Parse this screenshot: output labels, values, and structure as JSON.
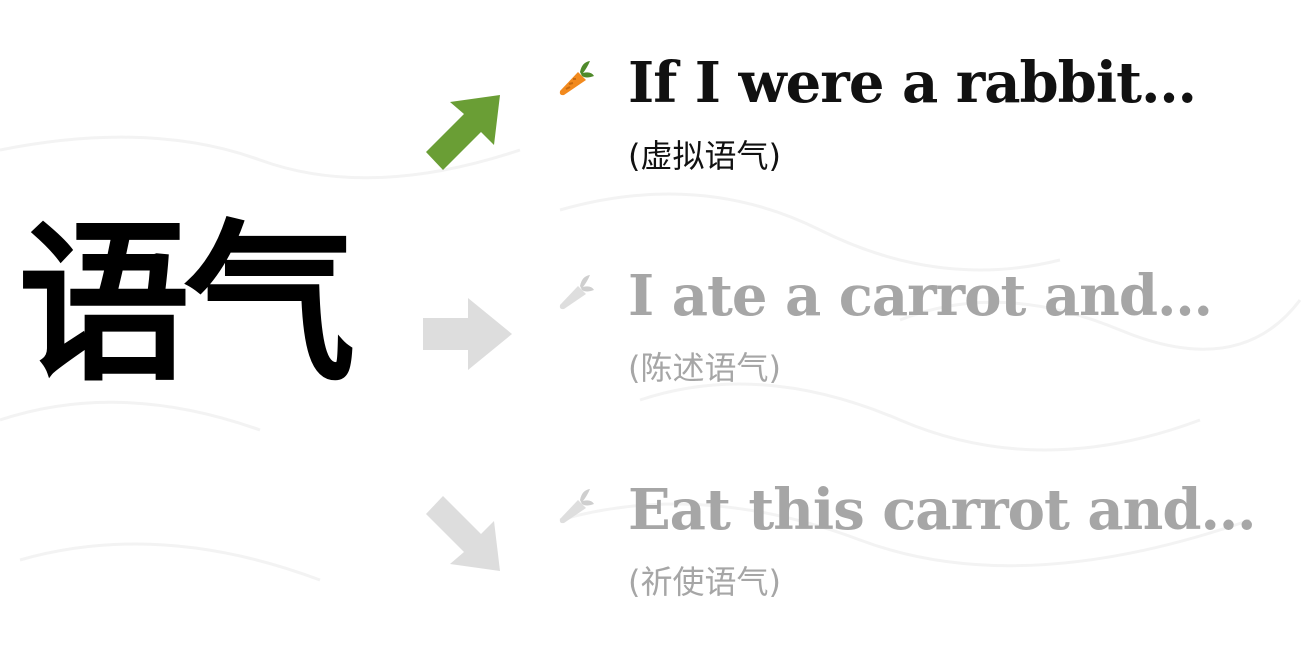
{
  "title": "语气",
  "items": [
    {
      "sentence": "If I were a rabbit…",
      "mood": "(虚拟语气)",
      "state": "active"
    },
    {
      "sentence": "I ate a carrot and…",
      "mood": "(陈述语气)",
      "state": "inactive"
    },
    {
      "sentence": "Eat this carrot and…",
      "mood": "(祈使语气)",
      "state": "inactive"
    }
  ],
  "icons": {
    "active_arrow": "arrow-up-right-icon",
    "middle_arrow": "arrow-right-icon",
    "bottom_arrow": "arrow-down-right-icon",
    "bullet": "carrot-icon"
  },
  "colors": {
    "accent_green": "#6a9e35",
    "carrot_orange": "#f28a1e",
    "carrot_leaf": "#4f8a2b",
    "dim_gray": "#a6a6a6",
    "arrow_gray": "#dddddd",
    "text_dark": "#111111"
  }
}
